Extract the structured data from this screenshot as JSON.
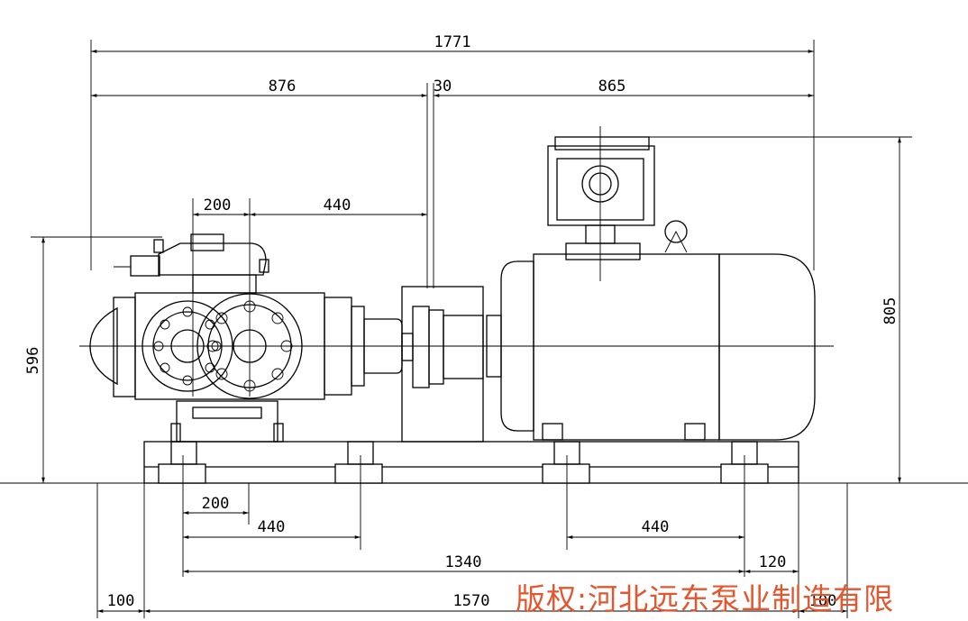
{
  "dimensions": {
    "overall_length": "1771",
    "pump_length": "876",
    "coupling_gap": "30",
    "motor_length": "865",
    "pump_inlet_offset": "200",
    "pump_outlet_offset": "440",
    "total_height": "805",
    "pump_center_height": "596",
    "base_bolt_offset": "200",
    "base_bolt_pump_spacing": "440",
    "base_bolt_motor_spacing": "440",
    "base_bolt_total": "1340",
    "base_end_offset": "120",
    "base_length": "1570",
    "side_margin_left": "100",
    "side_margin_right": "100"
  },
  "watermark": "版权:河北远东泵业制造有限",
  "colors": {
    "line": "#000000",
    "watermark": "#e4572e",
    "background": "#ffffff"
  }
}
